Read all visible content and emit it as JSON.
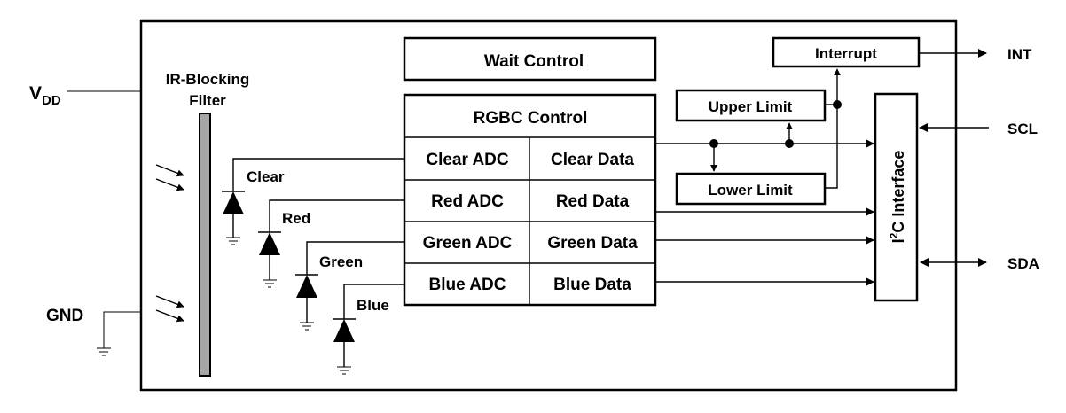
{
  "pins": {
    "vdd_main": "V",
    "vdd_sub": "DD",
    "gnd": "GND",
    "int": "INT",
    "scl": "SCL",
    "sda": "SDA"
  },
  "filter": {
    "line1": "IR-Blocking",
    "line2": "Filter"
  },
  "blocks": {
    "wait_control": "Wait Control",
    "interrupt": "Interrupt",
    "upper_limit": "Upper Limit",
    "lower_limit": "Lower Limit",
    "rgbc_control": "RGBC Control",
    "i2c_main": "I",
    "i2c_sup": "2",
    "i2c_rest": "C Interface"
  },
  "channels": [
    {
      "photodiode": "Clear",
      "adc": "Clear ADC",
      "data": "Clear Data"
    },
    {
      "photodiode": "Red",
      "adc": "Red ADC",
      "data": "Red Data"
    },
    {
      "photodiode": "Green",
      "adc": "Green ADC",
      "data": "Green Data"
    },
    {
      "photodiode": "Blue",
      "adc": "Blue ADC",
      "data": "Blue Data"
    }
  ]
}
